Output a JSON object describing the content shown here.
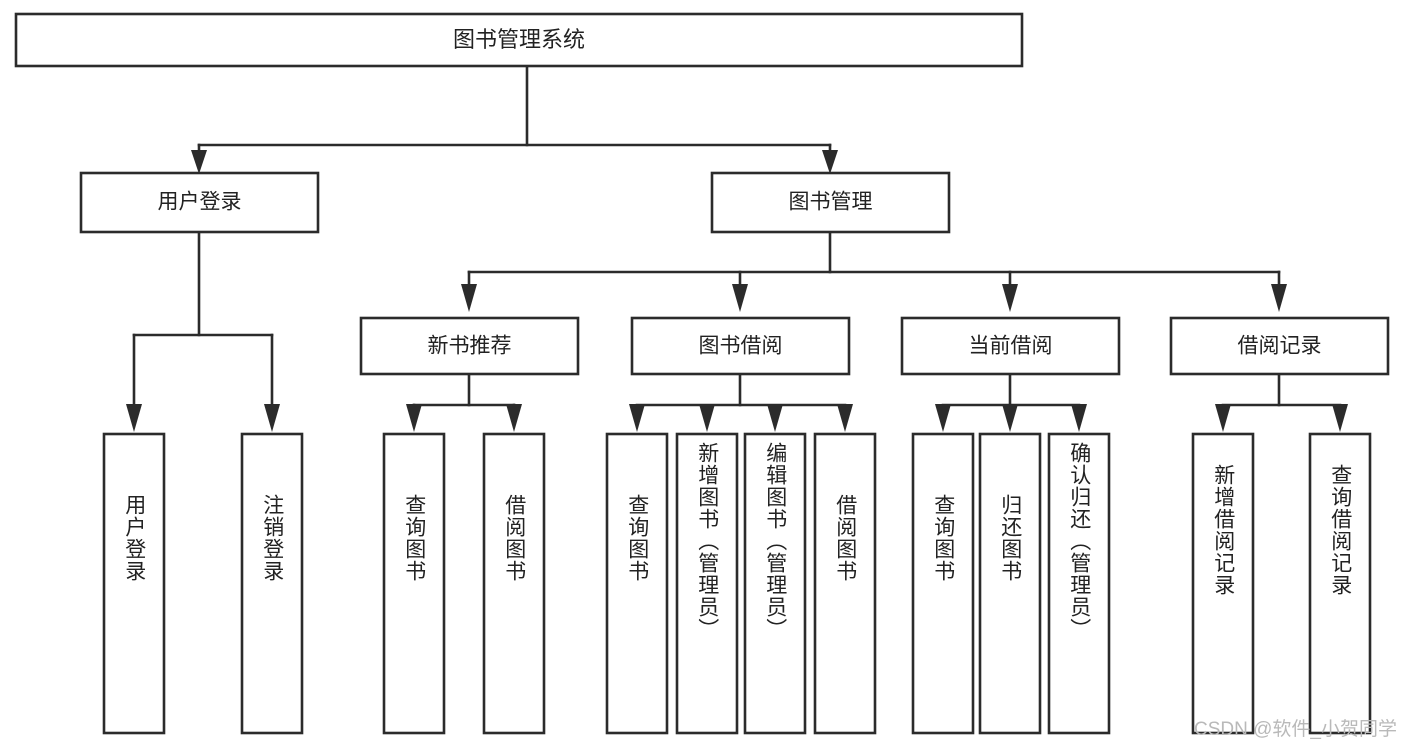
{
  "diagram": {
    "title": "图书管理系统",
    "type": "功能结构图",
    "colors": {
      "stroke": "#2b2b2b",
      "fill": "#ffffff",
      "text": "#222222",
      "watermark": "#b9b9b9",
      "background": "#ffffff"
    },
    "root": {
      "label": "图书管理系统",
      "orientation": "horizontal"
    },
    "level1": [
      {
        "label": "用户登录",
        "orientation": "horizontal"
      },
      {
        "label": "图书管理",
        "orientation": "horizontal"
      }
    ],
    "level2": [
      {
        "label": "新书推荐",
        "orientation": "horizontal"
      },
      {
        "label": "图书借阅",
        "orientation": "horizontal"
      },
      {
        "label": "当前借阅",
        "orientation": "horizontal"
      },
      {
        "label": "借阅记录",
        "orientation": "horizontal"
      }
    ],
    "leaves": [
      {
        "label": "用户登录",
        "parent": "用户登录",
        "orientation": "vertical"
      },
      {
        "label": "注销登录",
        "parent": "用户登录",
        "orientation": "vertical"
      },
      {
        "label": "查询图书",
        "parent": "新书推荐",
        "orientation": "vertical"
      },
      {
        "label": "借阅图书",
        "parent": "新书推荐",
        "orientation": "vertical"
      },
      {
        "label": "查询图书",
        "parent": "图书借阅",
        "orientation": "vertical"
      },
      {
        "label": "新增图书（管理员）",
        "parent": "图书借阅",
        "orientation": "vertical"
      },
      {
        "label": "编辑图书（管理员）",
        "parent": "图书借阅",
        "orientation": "vertical"
      },
      {
        "label": "借阅图书",
        "parent": "图书借阅",
        "orientation": "vertical"
      },
      {
        "label": "查询图书",
        "parent": "当前借阅",
        "orientation": "vertical"
      },
      {
        "label": "归还图书",
        "parent": "当前借阅",
        "orientation": "vertical"
      },
      {
        "label": "确认归还（管理员）",
        "parent": "当前借阅",
        "orientation": "vertical"
      },
      {
        "label": "新增借阅记录",
        "parent": "借阅记录",
        "orientation": "vertical"
      },
      {
        "label": "查询借阅记录",
        "parent": "借阅记录",
        "orientation": "vertical"
      }
    ],
    "watermark": "CSDN @软件_小贺同学"
  }
}
